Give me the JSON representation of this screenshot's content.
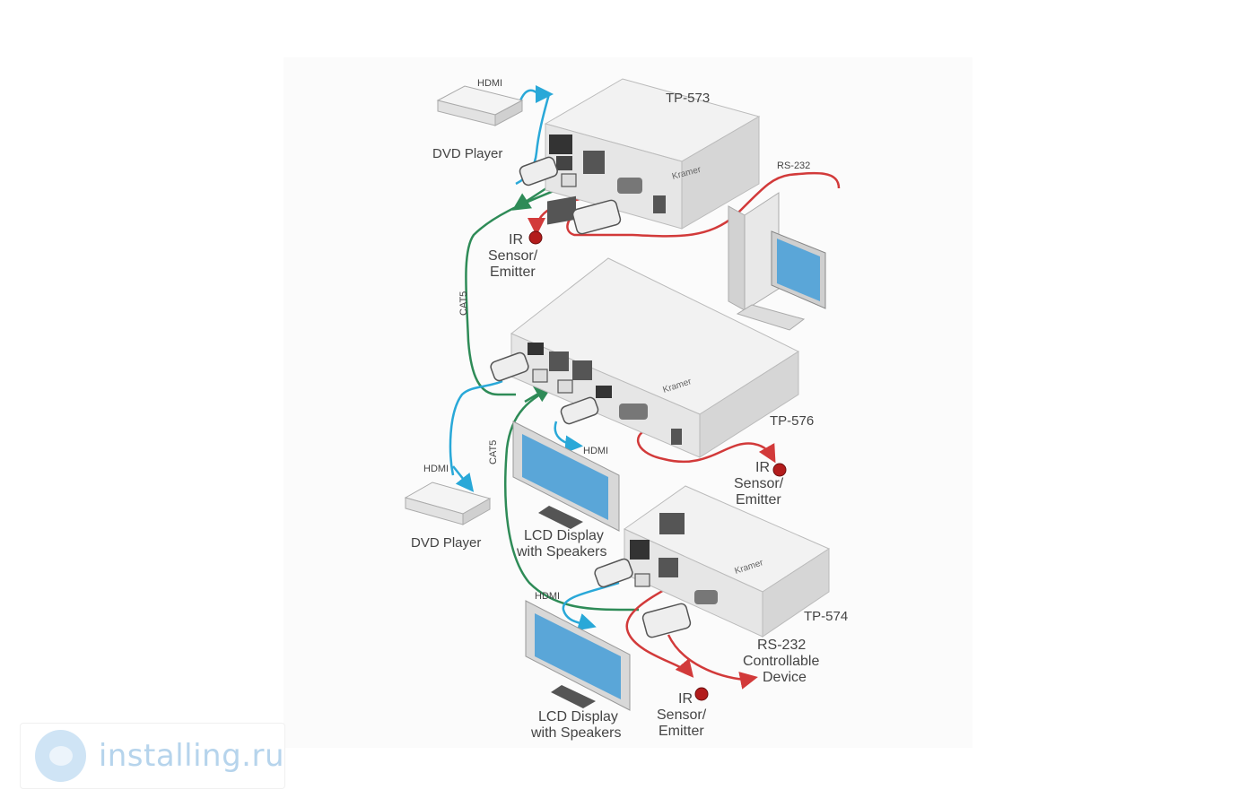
{
  "devices": {
    "tp573": "TP-573",
    "tp576": "TP-576",
    "tp574": "TP-574"
  },
  "labels": {
    "hdmi_top": "HDMI",
    "dvd_top": "DVD Player",
    "rs232_top": "RS-232",
    "ir_top_1": "IR",
    "ir_top_2": "Sensor/",
    "ir_top_3": "Emitter",
    "cat5_upper": "CAT5",
    "hdmi_mid_left": "HDMI",
    "dvd_mid": "DVD Player",
    "cat5_lower": "CAT5",
    "hdmi_mid_right": "HDMI",
    "lcd_mid_1": "LCD Display",
    "lcd_mid_2": "with Speakers",
    "ir_mid_1": "IR",
    "ir_mid_2": "Sensor/",
    "ir_mid_3": "Emitter",
    "hdmi_bottom": "HDMI",
    "lcd_bottom_1": "LCD Display",
    "lcd_bottom_2": "with Speakers",
    "rs232_ctrl_1": "RS-232",
    "rs232_ctrl_2": "Controllable",
    "rs232_ctrl_3": "Device",
    "ir_bottom_1": "IR",
    "ir_bottom_2": "Sensor/",
    "ir_bottom_3": "Emitter"
  },
  "watermark": {
    "text": "installing.ru"
  },
  "colors": {
    "hdmi_cable": "#29a8d8",
    "cat5_cable": "#2e8b57",
    "rs232_cable": "#d23a3a",
    "device_top": "#f2f2f2",
    "device_side": "#d9d9d9",
    "device_front": "#e6e6e6"
  }
}
